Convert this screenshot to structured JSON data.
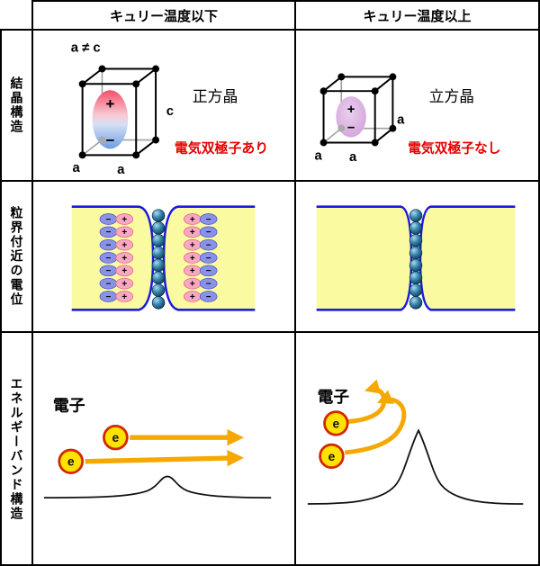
{
  "header": {
    "below_curie": "キュリー温度以下",
    "above_curie": "キュリー温度以上"
  },
  "row_labels": {
    "crystal": "結晶構造",
    "potential": "粒界付近の電位",
    "band": "エネルギーバンド構造"
  },
  "crystal_left": {
    "lattice_relation": "a ≠ c",
    "phase_name": "正方晶",
    "dipole_status": "電気双極子あり",
    "axis_a_left": "a",
    "axis_a_bottom": "a",
    "axis_c": "c"
  },
  "crystal_right": {
    "phase_name": "立方晶",
    "dipole_status": "電気双極子なし",
    "axis_a_left": "a",
    "axis_a_bottom": "a",
    "axis_a_right": "a"
  },
  "band_left": {
    "electron_label": "電子",
    "electron_symbol": "e"
  },
  "band_right": {
    "electron_label": "電子",
    "electron_symbol": "e"
  },
  "symbols": {
    "plus": "+",
    "minus": "−"
  },
  "colors": {
    "grain_yellow": "#FAFAA0",
    "boundary_blue": "#1A1AE0",
    "dipole_pink": "#F8A8C0",
    "dipole_blue": "#8A92E8",
    "sphere_teal": "#2E7FA8",
    "electron_yellow": "#FFE200",
    "electron_ring": "#D02800",
    "arrow_orange": "#F5A800",
    "note_red": "#E60000"
  }
}
